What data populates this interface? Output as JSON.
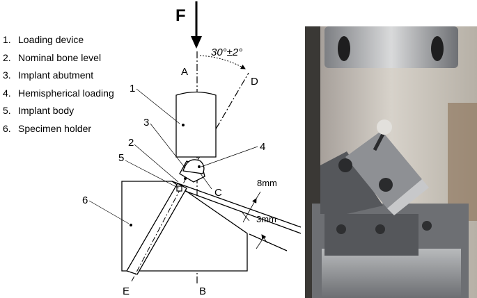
{
  "legend": [
    {
      "num": "1.",
      "label": "Loading device"
    },
    {
      "num": "2.",
      "label": "Nominal bone level"
    },
    {
      "num": "3.",
      "label": "Implant abutment"
    },
    {
      "num": "4.",
      "label": "Hemispherical loading"
    },
    {
      "num": "5.",
      "label": "Implant body"
    },
    {
      "num": "6.",
      "label": "Specimen holder"
    }
  ],
  "diagram": {
    "force_label": "F",
    "angle_label": "30°±2°",
    "points": {
      "A": "A",
      "B": "B",
      "C": "C",
      "D": "D",
      "E": "E"
    },
    "callouts": {
      "n1": "1",
      "n2": "2",
      "n3": "3",
      "n4": "4",
      "n5": "5",
      "n6": "6"
    },
    "dimensions": {
      "large": "8mm",
      "small": "3mm"
    }
  },
  "photo": {
    "description_colors": {
      "background": "#c7c2ba",
      "metal": "#8f9092",
      "dark_metal": "#3e4044"
    }
  }
}
